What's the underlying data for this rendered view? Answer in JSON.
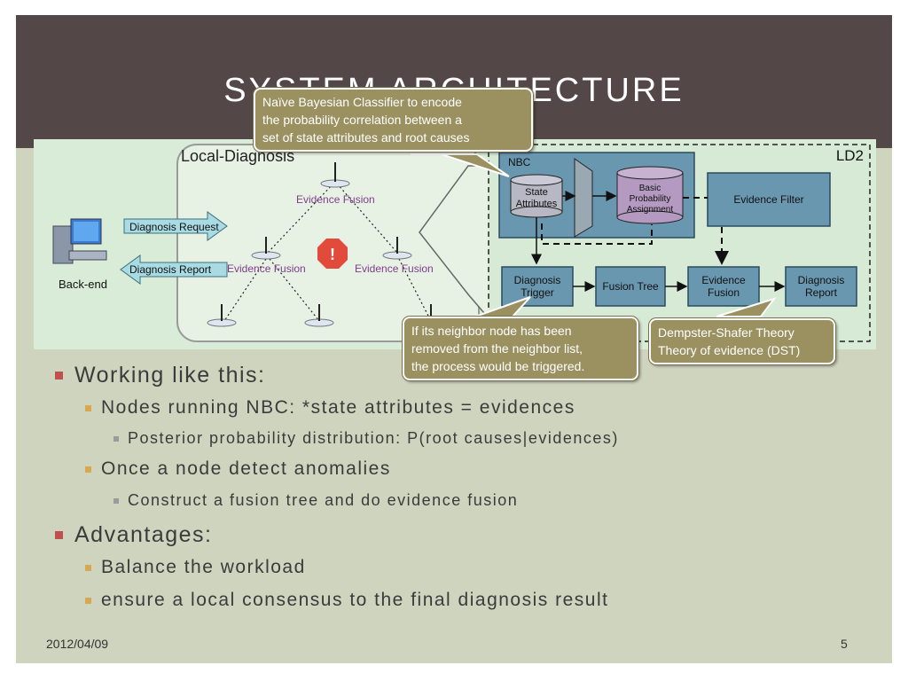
{
  "slide": {
    "title": "SYSTEM ARCHITECTURE",
    "date": "2012/04/09",
    "page_number": "5"
  },
  "diagram": {
    "left": {
      "panel_label": "Local-Diagnosis",
      "backend_label": "Back-end",
      "arrow_request": "Diagnosis Request",
      "arrow_report": "Diagnosis Report",
      "fusion_top": "Evidence Fusion",
      "fusion_left": "Evidence Fusion",
      "fusion_right": "Evidence Fusion",
      "alert_symbol": "!"
    },
    "right": {
      "panel_label": "LD2",
      "nbc_label": "NBC",
      "state_attributes": [
        "State",
        "Attributes"
      ],
      "basic_probability": [
        "Basic",
        "Probability",
        "Assignment"
      ],
      "evidence_filter": "Evidence Filter",
      "diagnosis_trigger": [
        "Diagnosis",
        "Trigger"
      ],
      "fusion_tree": "Fusion Tree",
      "evidence_fusion": [
        "Evidence",
        "Fusion"
      ],
      "diagnosis_report": [
        "Diagnosis",
        "Report"
      ]
    },
    "colors": {
      "box_fill": "#6a97b0",
      "box_stroke": "#2b4a5e",
      "figure_bg": "#d8ecd8",
      "alert": "#e24b3b",
      "request_arrow": "#a8dbe3",
      "callout": "#9b9060"
    }
  },
  "callouts": {
    "nbc": [
      "Naïve Bayesian Classifier to encode",
      "the probability correlation between a",
      "set of state attributes and root causes"
    ],
    "trigger": [
      "If its neighbor node has been",
      "removed from the neighbor list,",
      "the process would be triggered."
    ],
    "dst": [
      "Dempster-Shafer Theory",
      "Theory of evidence (DST)"
    ]
  },
  "bullets": [
    {
      "level": 1,
      "text": "Working like this:"
    },
    {
      "level": 2,
      "text": "Nodes running NBC: *state attributes = evidences"
    },
    {
      "level": 3,
      "text": "Posterior probability distribution: P(root causes|evidences)"
    },
    {
      "level": 2,
      "text": "Once a node detect anomalies"
    },
    {
      "level": 3,
      "text": "Construct a fusion tree and do  evidence fusion"
    },
    {
      "level": 1,
      "text": "Advantages:"
    },
    {
      "level": 2,
      "text": "Balance the workload"
    },
    {
      "level": 2,
      "text": "ensure a local consensus to the final diagnosis result"
    }
  ]
}
